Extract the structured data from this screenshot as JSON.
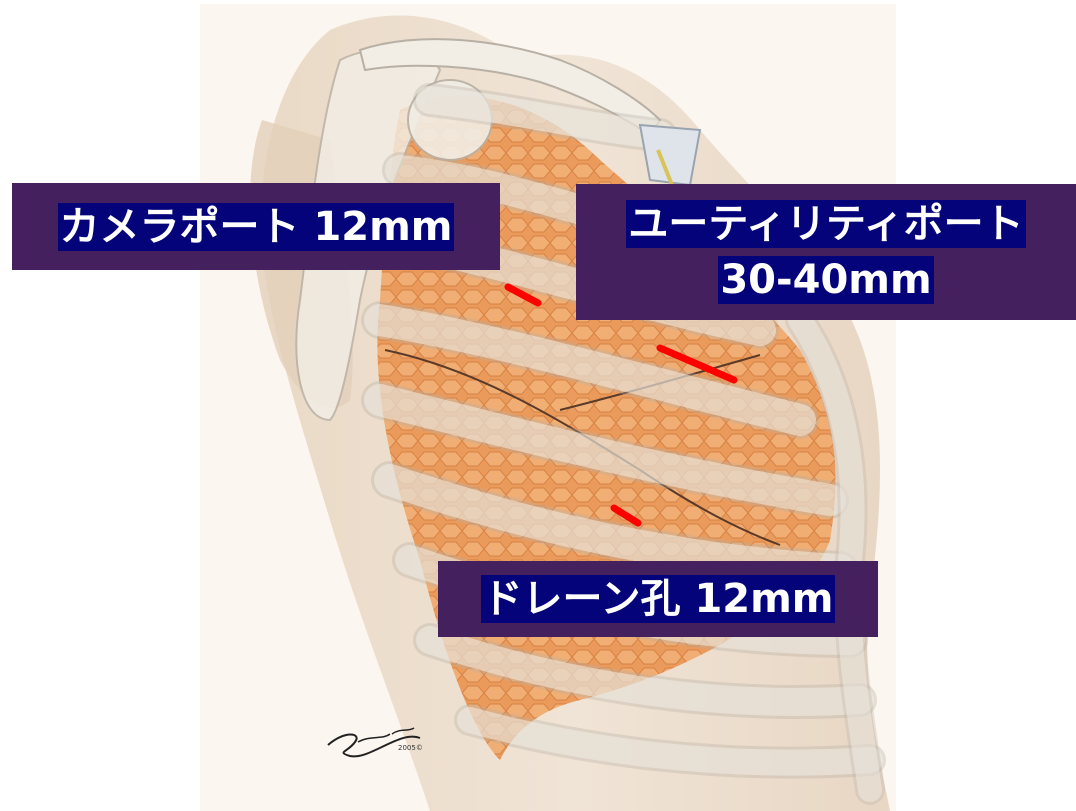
{
  "illustration": {
    "subject": "thoracic-port-placement",
    "signature": "Sakaguchi",
    "signature_year": "2005©",
    "colors": {
      "background": "#fbf6f0",
      "skin": "#ecdcc9",
      "bone": "#f2eee6",
      "bone_outline": "#b8b0a4",
      "lung": "#e8904c",
      "lung_light": "#f4b47a",
      "incision": "#ff0000"
    }
  },
  "labels": {
    "camera_port": "カメラポート 12mm",
    "utility_port_line1": "ユーティリティポート",
    "utility_port_line2": "30-40mm",
    "drain_hole": "ドレーン孔 12mm"
  },
  "label_colors": {
    "box": "#44205e",
    "text_highlight": "#05037a",
    "text": "#ffffff"
  }
}
